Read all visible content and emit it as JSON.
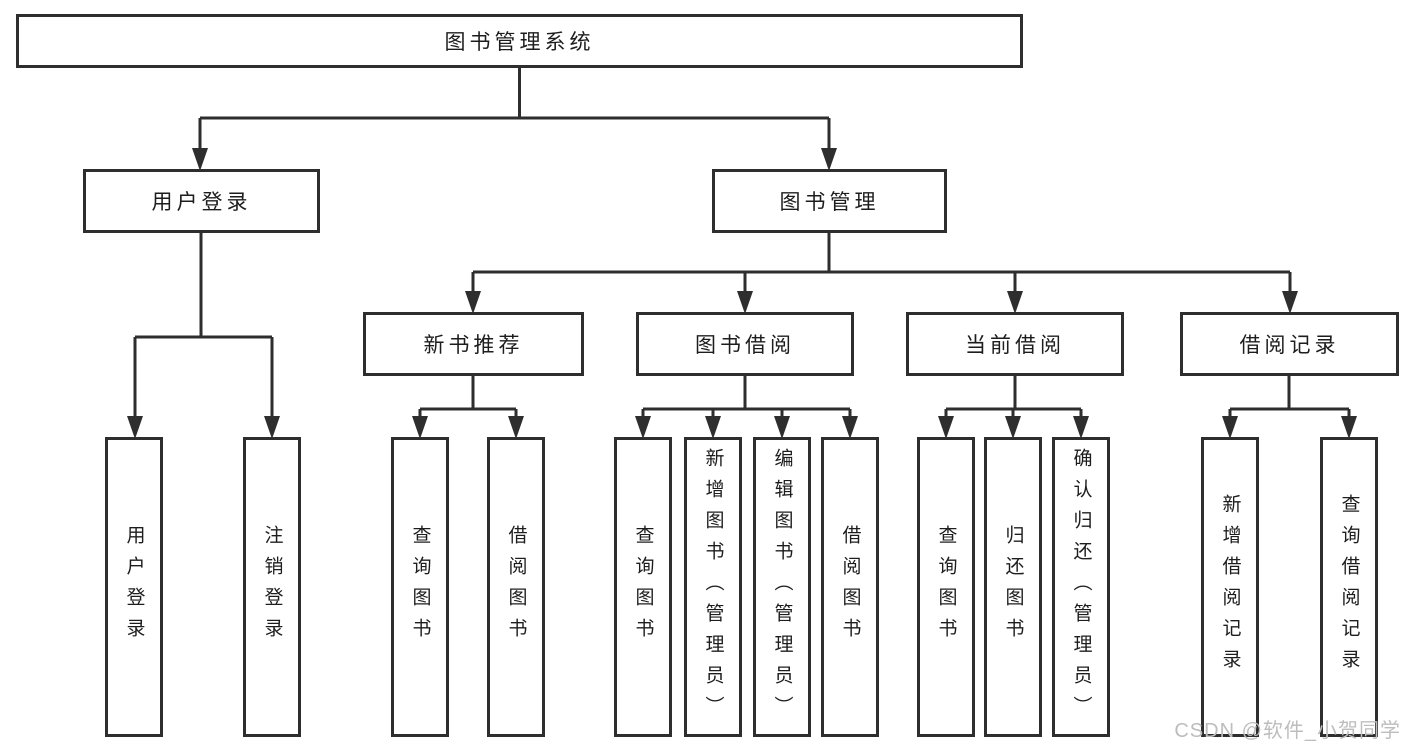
{
  "diagram": {
    "title": "图书管理系统",
    "nodes": {
      "root": {
        "label": "图书管理系统"
      },
      "user_login": {
        "label": "用户登录"
      },
      "book_mgmt": {
        "label": "图书管理"
      },
      "new_book_rec": {
        "label": "新书推荐"
      },
      "book_borrow": {
        "label": "图书借阅"
      },
      "current_borrow": {
        "label": "当前借阅"
      },
      "borrow_record": {
        "label": "借阅记录"
      },
      "leaf_user_login": {
        "label": "用户登录"
      },
      "leaf_logout": {
        "label": "注销登录"
      },
      "leaf_query_book_1": {
        "label": "查询图书"
      },
      "leaf_borrow_book_1": {
        "label": "借阅图书"
      },
      "leaf_query_book_2": {
        "label": "查询图书"
      },
      "leaf_add_book": {
        "label": "新增图书（管理员）"
      },
      "leaf_edit_book": {
        "label": "编辑图书（管理员）"
      },
      "leaf_borrow_book_2": {
        "label": "借阅图书"
      },
      "leaf_query_book_3": {
        "label": "查询图书"
      },
      "leaf_return_book": {
        "label": "归还图书"
      },
      "leaf_confirm_return": {
        "label": "确认归还（管理员）"
      },
      "leaf_add_record": {
        "label": "新增借阅记录"
      },
      "leaf_query_record": {
        "label": "查询借阅记录"
      }
    }
  },
  "watermark": {
    "text": "CSDN @软件_小贺同学",
    "color": "#bdbdbd"
  },
  "colors": {
    "line": "#2e2e2e",
    "text": "#1d1d1d",
    "node_fill": "#ffffff",
    "background": "#ffffff"
  }
}
